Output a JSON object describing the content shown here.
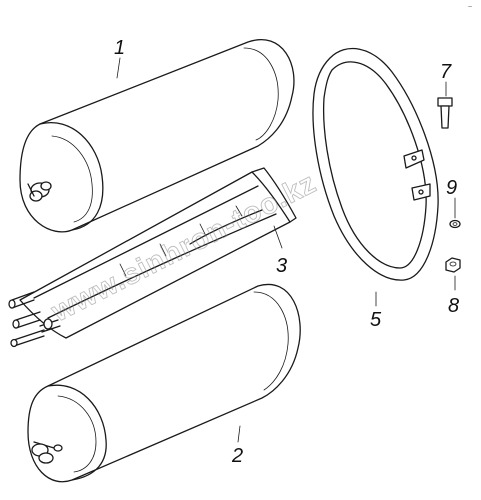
{
  "watermark": "www.sinhron-too.kz",
  "corner_mark": "~",
  "callouts": [
    {
      "id": "1",
      "label": "1",
      "part": "receiver-top"
    },
    {
      "id": "2",
      "label": "2",
      "part": "receiver-bottom"
    },
    {
      "id": "3",
      "label": "3",
      "part": "mounting-bracket"
    },
    {
      "id": "5",
      "label": "5",
      "part": "clamp-strap"
    },
    {
      "id": "7",
      "label": "7",
      "part": "bolt"
    },
    {
      "id": "8",
      "label": "8",
      "part": "nut"
    },
    {
      "id": "9",
      "label": "9",
      "part": "washer"
    }
  ]
}
